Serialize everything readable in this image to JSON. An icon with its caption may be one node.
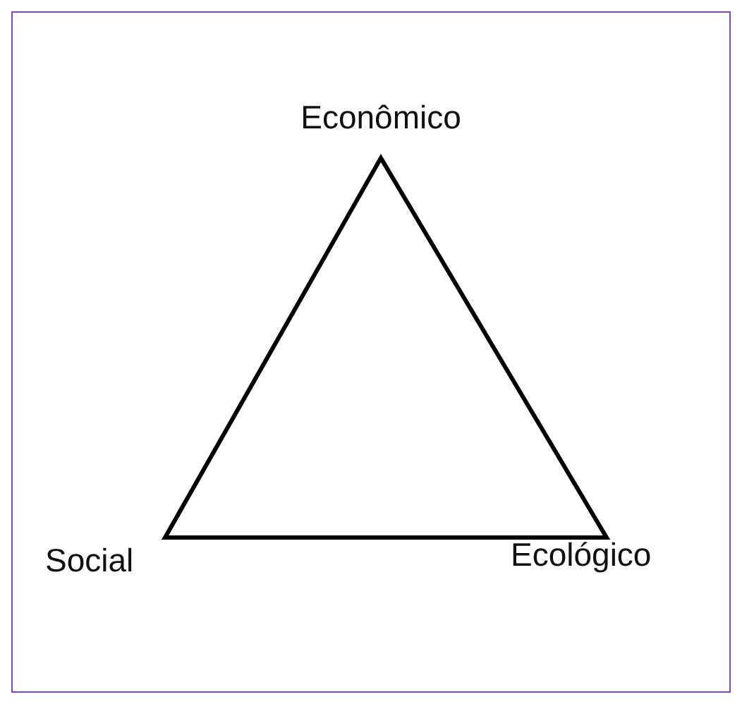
{
  "diagram": {
    "labels": [
      "Econômico",
      "Social",
      "Ecológico"
    ]
  }
}
